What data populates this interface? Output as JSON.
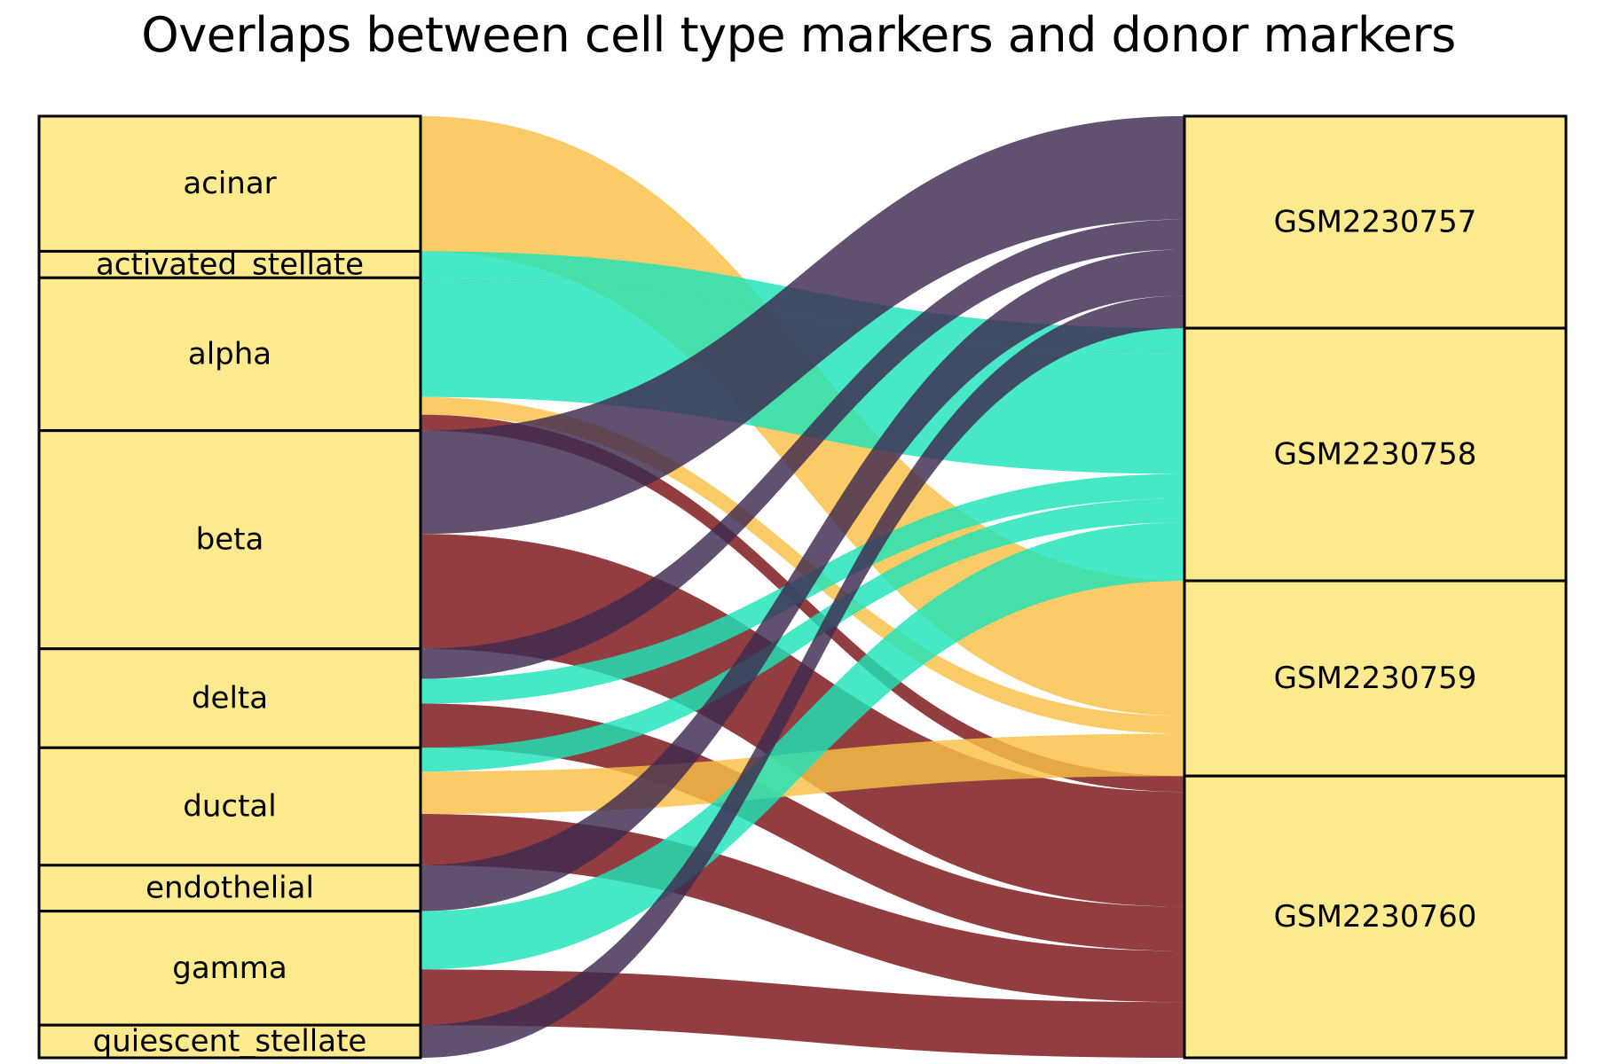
{
  "chart_data": {
    "type": "sankey",
    "title": "Overlaps between cell type markers and donor markers",
    "colors": {
      "node_fill": "#FDE98E",
      "node_stroke": "#000000",
      "GSM2230757": "#3E2A4F",
      "GSM2230758": "#1FE3B8",
      "GSM2230759": "#F9BF45",
      "GSM2230760": "#7A1216"
    },
    "sources": [
      "acinar",
      "activated_stellate",
      "alpha",
      "beta",
      "delta",
      "ductal",
      "endothelial",
      "gamma",
      "quiescent_stellate"
    ],
    "targets": [
      "GSM2230757",
      "GSM2230758",
      "GSM2230759",
      "GSM2230760"
    ],
    "links": [
      {
        "source": "acinar",
        "target": "GSM2230759",
        "value": 153
      },
      {
        "source": "activated_stellate",
        "target": "GSM2230758",
        "value": 30
      },
      {
        "source": "alpha",
        "target": "GSM2230758",
        "value": 135
      },
      {
        "source": "alpha",
        "target": "GSM2230759",
        "value": 20
      },
      {
        "source": "alpha",
        "target": "GSM2230760",
        "value": 18
      },
      {
        "source": "beta",
        "target": "GSM2230757",
        "value": 117
      },
      {
        "source": "beta",
        "target": "GSM2230760",
        "value": 130
      },
      {
        "source": "delta",
        "target": "GSM2230757",
        "value": 34
      },
      {
        "source": "delta",
        "target": "GSM2230758",
        "value": 28
      },
      {
        "source": "delta",
        "target": "GSM2230760",
        "value": 50
      },
      {
        "source": "ductal",
        "target": "GSM2230758",
        "value": 27
      },
      {
        "source": "ductal",
        "target": "GSM2230759",
        "value": 48
      },
      {
        "source": "ductal",
        "target": "GSM2230760",
        "value": 58
      },
      {
        "source": "endothelial",
        "target": "GSM2230757",
        "value": 52
      },
      {
        "source": "gamma",
        "target": "GSM2230758",
        "value": 66
      },
      {
        "source": "gamma",
        "target": "GSM2230760",
        "value": 63
      },
      {
        "source": "quiescent_stellate",
        "target": "GSM2230757",
        "value": 37
      }
    ]
  }
}
